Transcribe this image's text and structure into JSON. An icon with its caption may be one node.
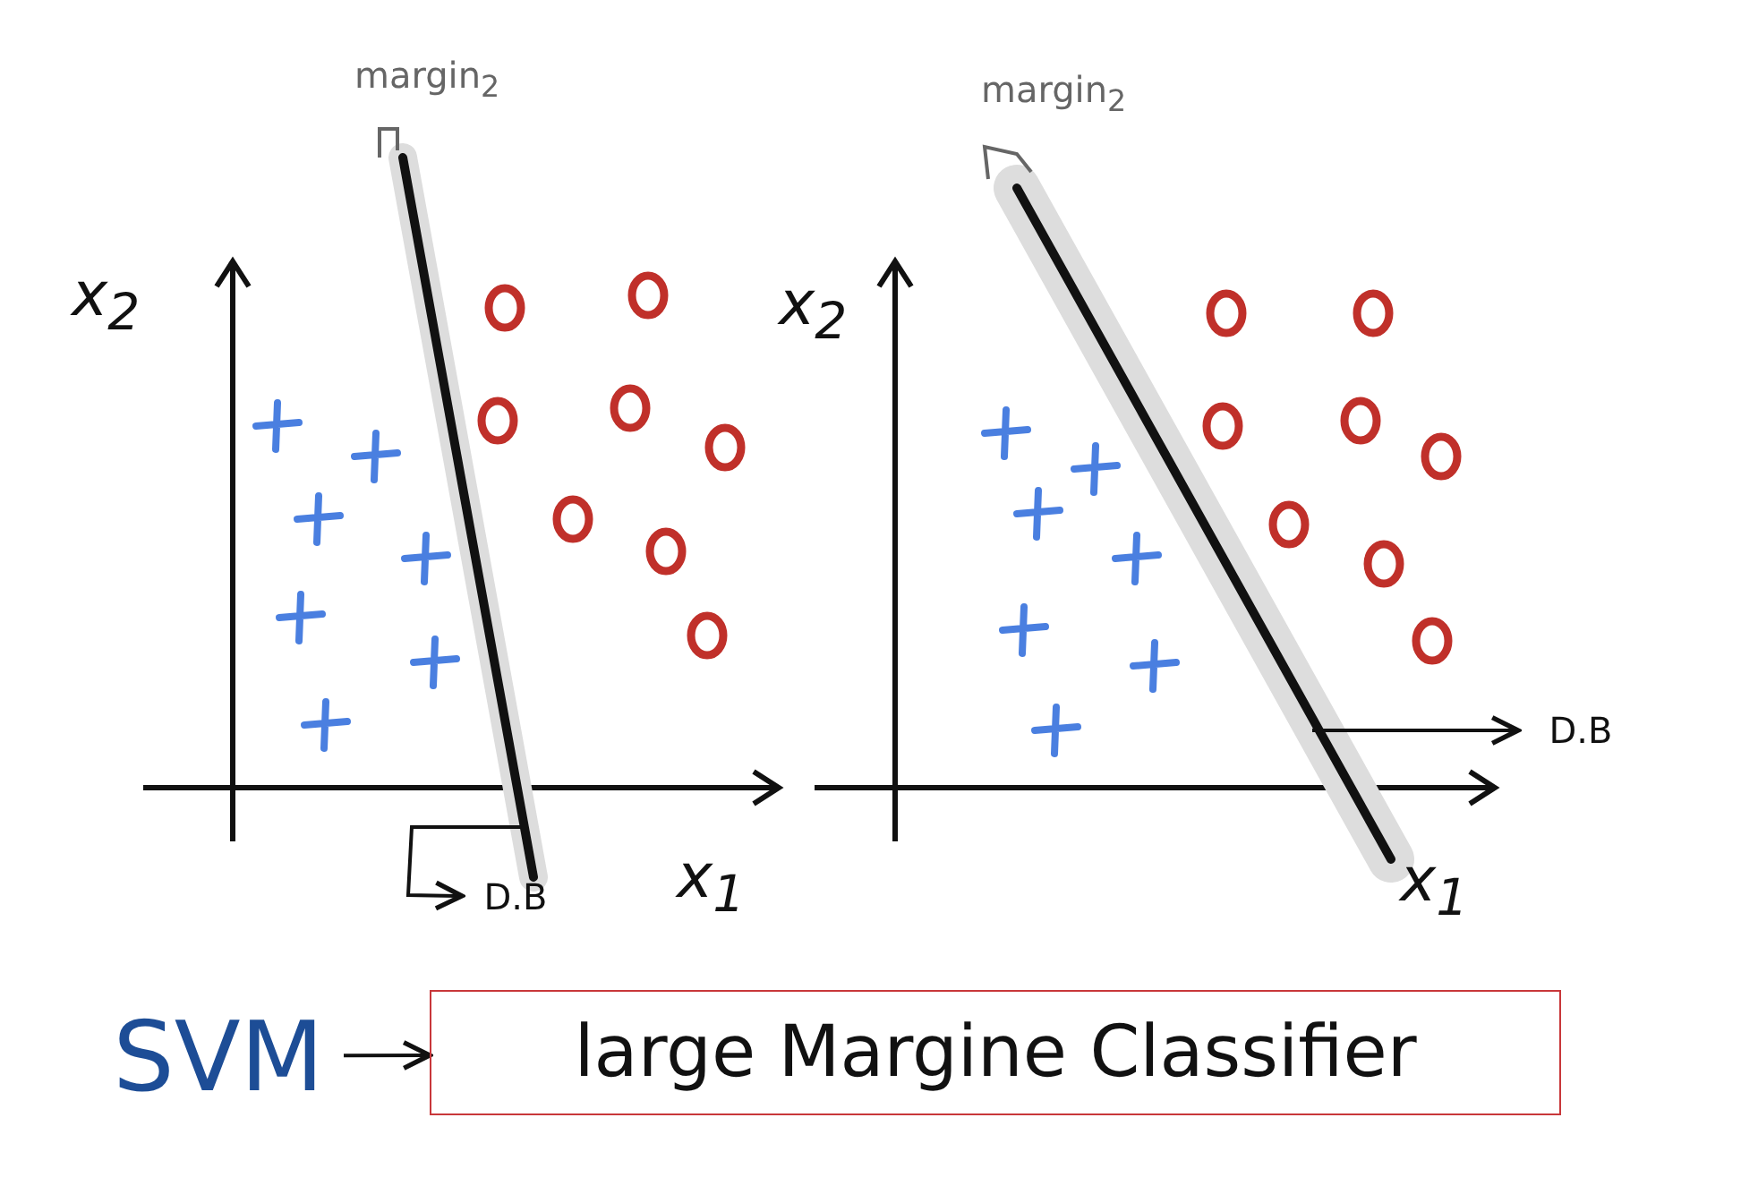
{
  "diagram": {
    "nodes": [
      {
        "text": [
          "D.B"
        ]
      },
      {
        "text": [
          "D.B"
        ]
      },
      {
        "text": [
          "SVM"
        ]
      },
      {
        "text": [
          "large Margine Classifier"
        ]
      }
    ],
    "edges": [
      {
        "from": null,
        "to": 0,
        "arrow": "to"
      },
      {
        "from": null,
        "to": 1,
        "arrow": "to"
      },
      {
        "from": 2,
        "to": 3,
        "arrow": "to"
      }
    ],
    "labels": [
      "margin$_{2}$",
      "x$_{2}$",
      "x$_{1}$",
      "margin$_{2}$",
      "x$_{2}$",
      "x$_{1}$"
    ]
  }
}
